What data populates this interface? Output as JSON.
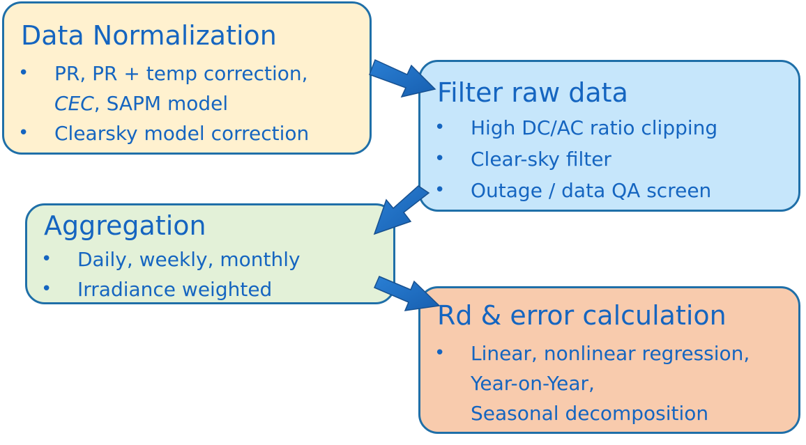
{
  "diagram": {
    "boxes": {
      "normalization": {
        "title": "Data Normalization",
        "item1_line1": "PR, PR + temp correction,",
        "item1_line2_italic": "CEC",
        "item1_line2_rest": ", SAPM model",
        "item2": "Clearsky model correction"
      },
      "filter": {
        "title": "Filter raw data",
        "item1": "High DC/AC ratio clipping",
        "item2": "Clear-sky filter",
        "item3": "Outage / data QA screen"
      },
      "aggregation": {
        "title": "Aggregation",
        "item1": "Daily, weekly, monthly",
        "item2": "Irradiance weighted"
      },
      "rd": {
        "title": "Rd & error calculation",
        "item1_line1": "Linear, nonlinear regression,",
        "item1_line2": "Year-on-Year,",
        "item1_line3": "Seasonal decomposition"
      }
    },
    "bullet": "•",
    "colors": {
      "text": "#1565C0",
      "border": "#1F6FA8",
      "arrow": "#1F6FC0",
      "normalization_fill": "#FFF1CF",
      "filter_fill": "#C6E6FB",
      "aggregation_fill": "#E3F1D8",
      "rd_fill": "#F8CBAD"
    }
  }
}
